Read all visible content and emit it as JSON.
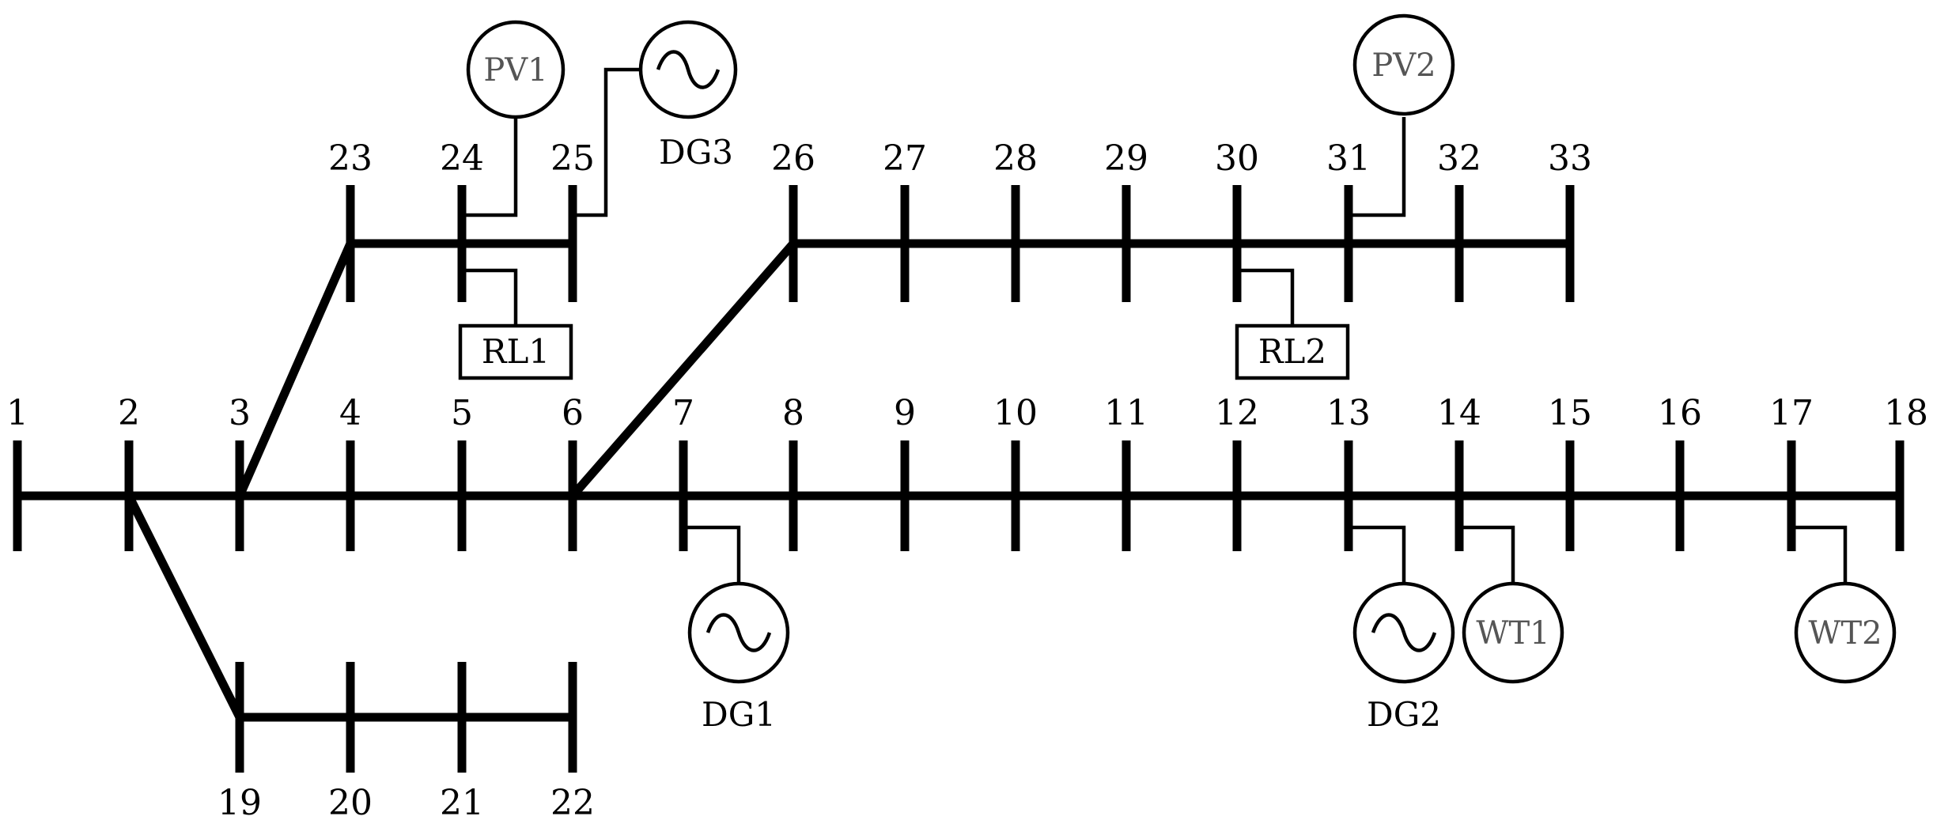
{
  "buses": [
    "1",
    "2",
    "3",
    "4",
    "5",
    "6",
    "7",
    "8",
    "9",
    "10",
    "11",
    "12",
    "13",
    "14",
    "15",
    "16",
    "17",
    "18",
    "19",
    "20",
    "21",
    "22",
    "23",
    "24",
    "25",
    "26",
    "27",
    "28",
    "29",
    "30",
    "31",
    "32",
    "33"
  ],
  "devices": {
    "pv1": "PV1",
    "pv2": "PV2",
    "dg1": "DG1",
    "dg2": "DG2",
    "dg3": "DG3",
    "wt1": "WT1",
    "wt2": "WT2",
    "rl1": "RL1",
    "rl2": "RL2"
  }
}
